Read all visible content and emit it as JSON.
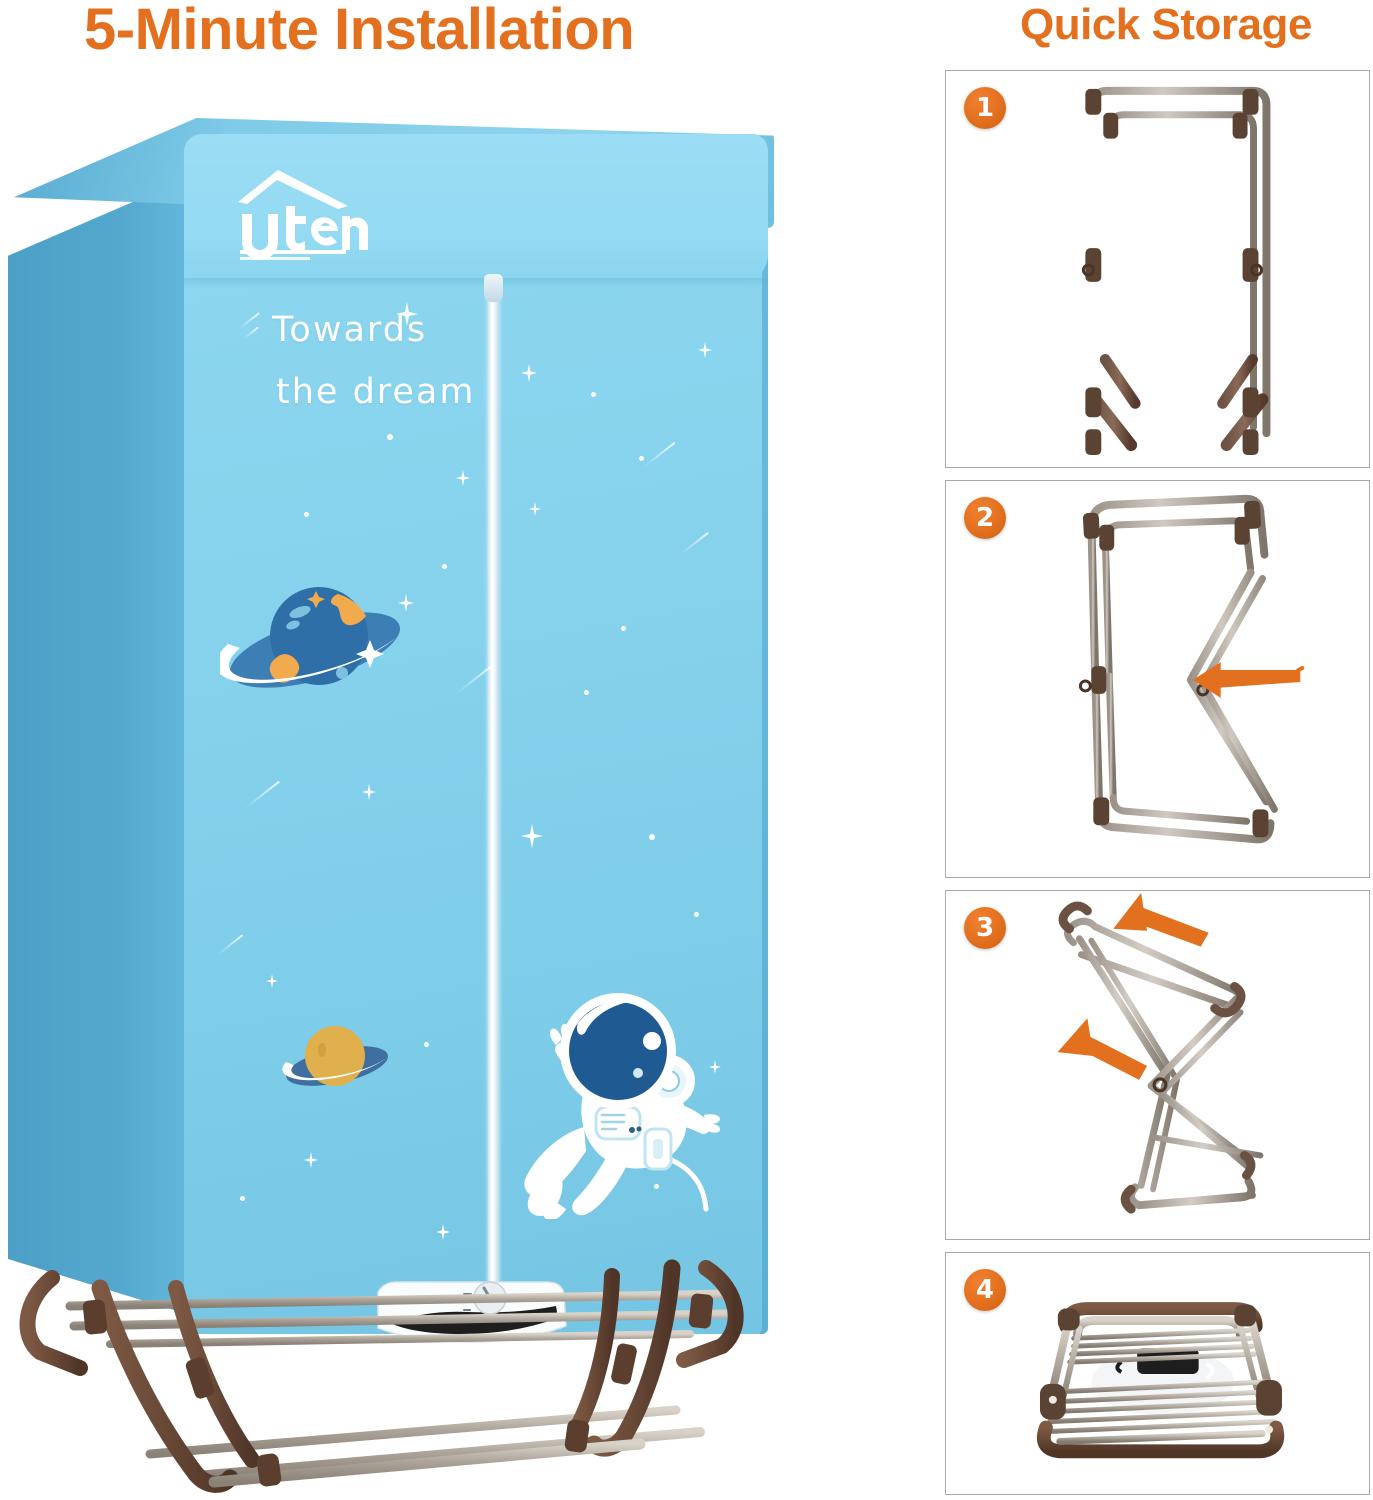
{
  "left_section": {
    "title": "5-Minute Installation",
    "title_color": "#E2701E",
    "product": {
      "brand_logo_text": "Uten",
      "logo_icon": "house-roof-icon",
      "cover_slogan_line1": "Towards",
      "cover_slogan_line2": "the dream",
      "cover_color": "#86D2EC",
      "cover_side_color": "#4C9FC6",
      "zipper": "center-vertical-zipper",
      "graphics": [
        {
          "name": "ringed-planet-blue",
          "body_color": "#2F6FA8",
          "accent_color": "#F3A94E"
        },
        {
          "name": "ringed-planet-gold",
          "body_color": "#E0B04C",
          "ring_color": "#3F6FA0"
        },
        {
          "name": "floating-astronaut",
          "suit_color": "#FFFFFF",
          "visor_color": "#1F5B92"
        }
      ],
      "stand": {
        "leg_color": "#6B4A38",
        "rod_color": "#B9B2A8"
      },
      "heater_unit": {
        "name": "heater-blower-unit",
        "body_color": "#FFFFFF",
        "accent_color": "#1E1E1E",
        "control": "temperature-dial"
      }
    }
  },
  "right_section": {
    "title": "Quick Storage",
    "title_color": "#E2701E",
    "accent_color": "#E2701E",
    "steps": [
      {
        "number": "1",
        "art_name": "frame-upright-unfolded",
        "arrows": []
      },
      {
        "number": "2",
        "art_name": "frame-folding-side-collapse",
        "arrows": [
          "arrow-left"
        ]
      },
      {
        "number": "3",
        "art_name": "frame-scissor-collapse",
        "arrows": [
          "arrow-up-left",
          "arrow-left"
        ]
      },
      {
        "number": "4",
        "art_name": "frame-fully-folded-flat",
        "arrows": []
      }
    ]
  }
}
